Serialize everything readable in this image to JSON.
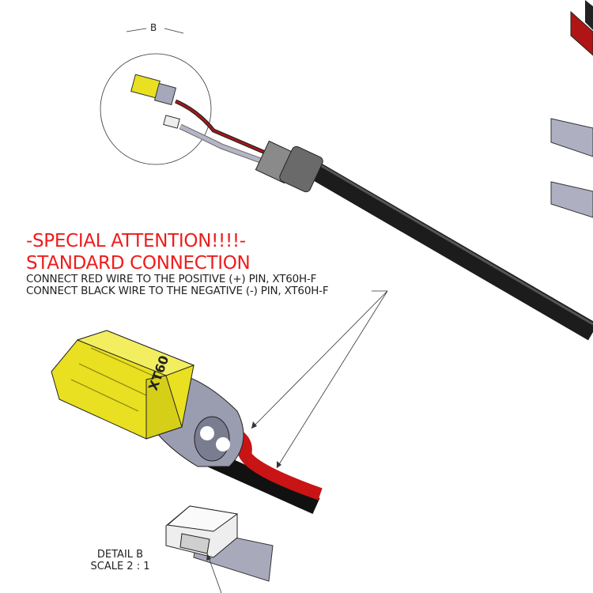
{
  "notes": {
    "line1": "-SPECIAL ATTENTION!!!!-",
    "line2": "STANDARD CONNECTION",
    "line3": "CONNECT RED WIRE TO THE POSITIVE (+) PIN, XT60H-F",
    "line4": "CONNECT BLACK WIRE TO THE NEGATIVE (-) PIN, XT60H-F"
  },
  "detail_view": {
    "label": "B",
    "title": "DETAIL B",
    "scale": "SCALE 2 : 1"
  },
  "connector_marking": "XT60",
  "colors": {
    "note_red": "#ee1c1c",
    "connector_yellow": "#e8e020",
    "wire_red": "#c81414",
    "boot_gray": "#9a9cb0"
  }
}
